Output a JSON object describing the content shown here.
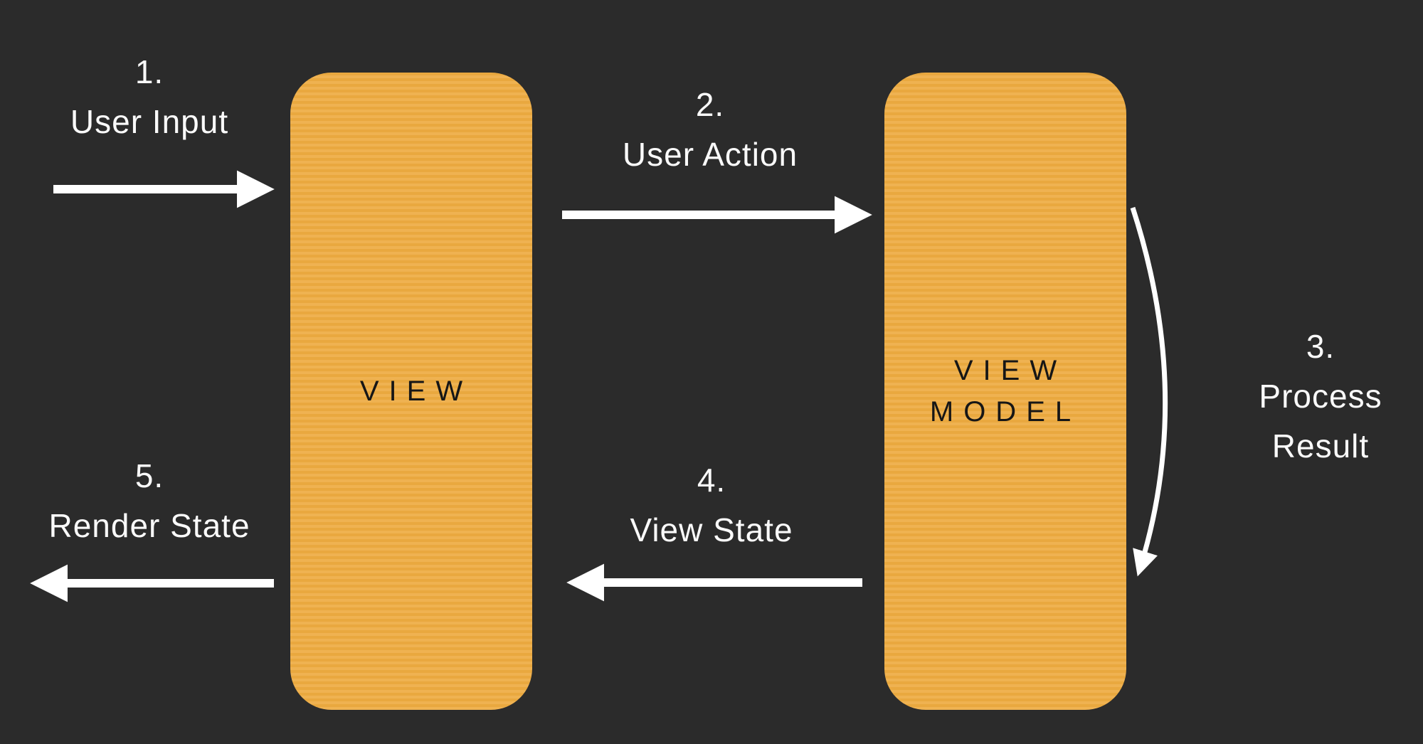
{
  "diagram": {
    "colors": {
      "background": "#2b2b2b",
      "box_fill": "#e9a83f",
      "box_stripe": "#efb251",
      "box_text": "#161616",
      "arrow": "#ffffff",
      "label_text": "#fafafa"
    },
    "boxes": [
      {
        "label": "VIEW"
      },
      {
        "label": "VIEW\nMODEL"
      }
    ],
    "steps": [
      {
        "number": "1.",
        "label": "User Input"
      },
      {
        "number": "2.",
        "label": "User Action"
      },
      {
        "number": "3.",
        "label": "Process\nResult"
      },
      {
        "number": "4.",
        "label": "View State"
      },
      {
        "number": "5.",
        "label": "Render State"
      }
    ]
  }
}
